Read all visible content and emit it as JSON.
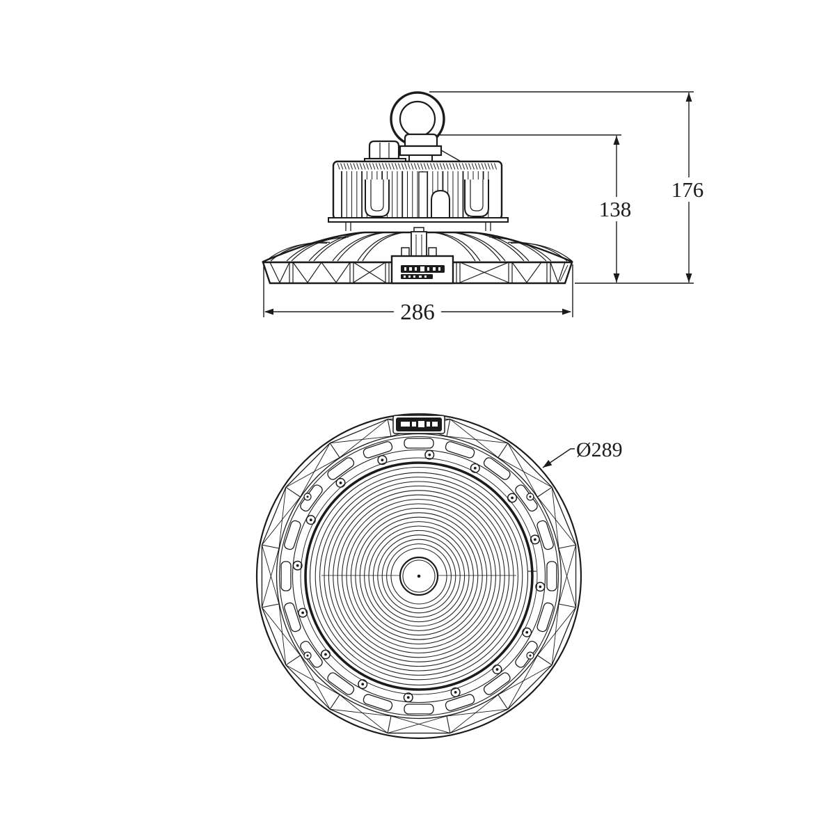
{
  "drawing": {
    "type": "technical-dimension-drawing",
    "subject": "UFO LED high bay light fixture",
    "views": {
      "front": {
        "label_names": [
          "body-height",
          "total-height",
          "width"
        ]
      },
      "bottom": {
        "label_names": [
          "diameter"
        ]
      }
    },
    "dimensions": {
      "body_height": "138",
      "total_height": "176",
      "width": "286",
      "diameter": "Ø289"
    }
  },
  "colors": {
    "ink": "#1b1b1b",
    "background": "#ffffff"
  }
}
